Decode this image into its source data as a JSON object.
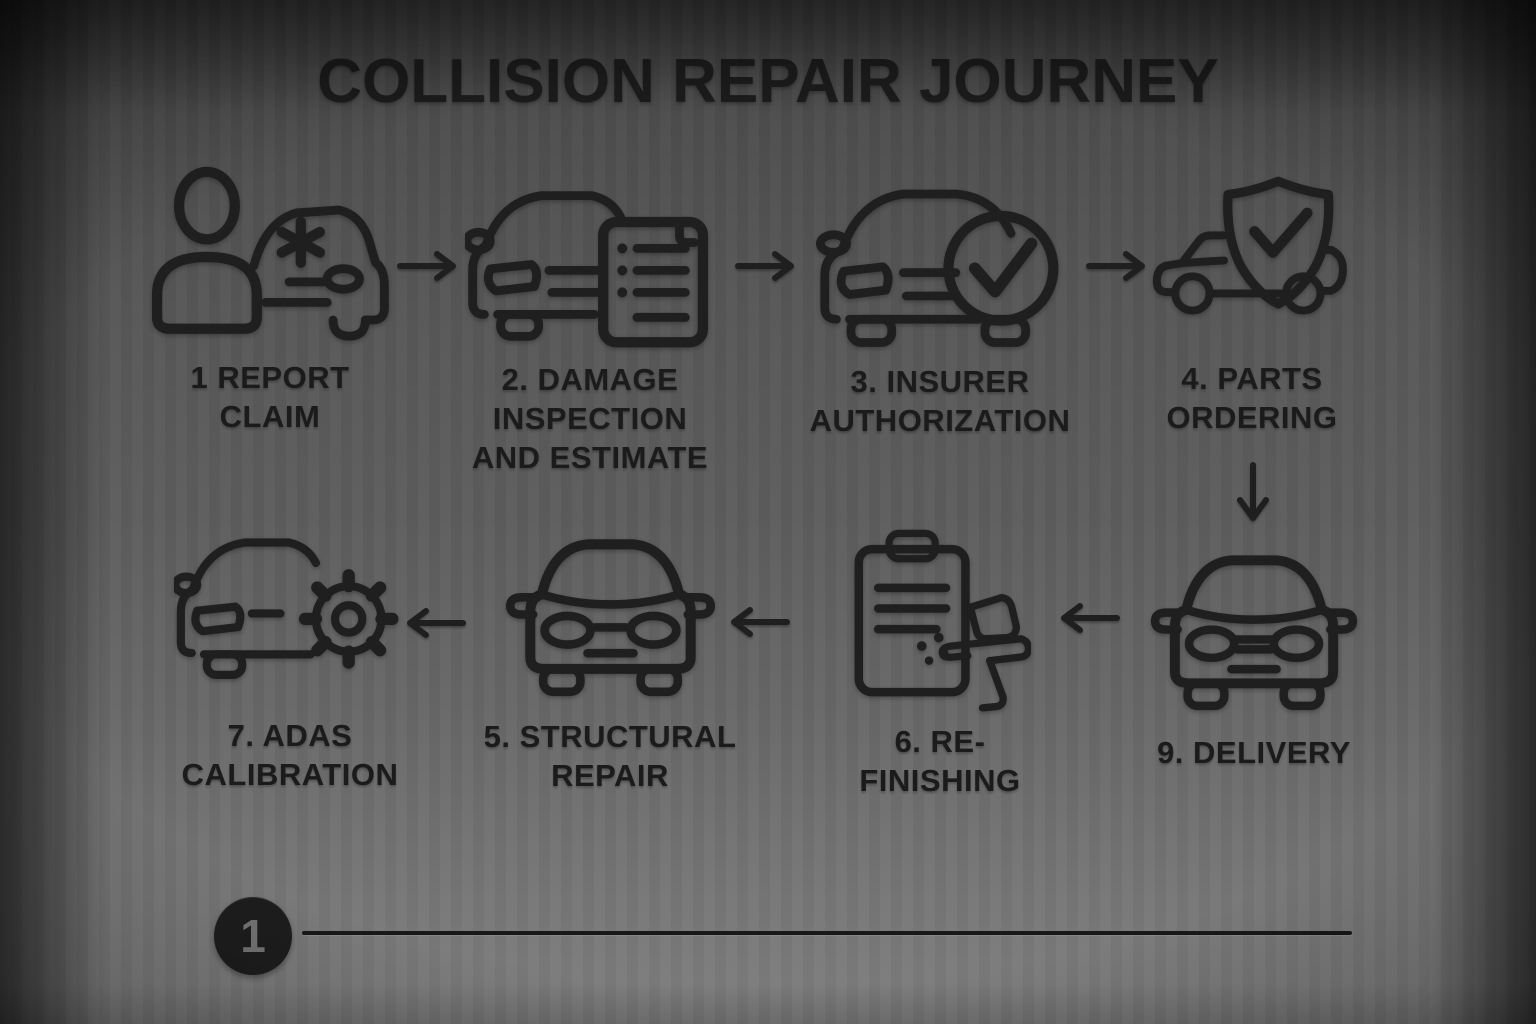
{
  "title": "COLLISION REPAIR JOURNEY",
  "steps": {
    "report_claim": {
      "label": "1  REPORT\nCLAIM",
      "icon": "person-car-crash-icon"
    },
    "damage_inspection": {
      "label": "2. DAMAGE\nINSPECTION\nAND ESTIMATE",
      "icon": "car-checklist-icon"
    },
    "insurer_authorization": {
      "label": "3. INSURER\nAUTHORIZATION",
      "icon": "car-approved-check-icon"
    },
    "parts_ordering": {
      "label": "4. PARTS\nORDERING",
      "icon": "shield-check-car-icon"
    },
    "delivery": {
      "label": "9. DELIVERY",
      "icon": "car-front-icon"
    },
    "refinishing": {
      "label": "6. RE-\nFINISHING",
      "icon": "clipboard-spray-gun-icon"
    },
    "structural_repair": {
      "label": "5. STRUCTURAL\nREPAIR",
      "icon": "car-front-icon"
    },
    "adas_calibration": {
      "label": "7. ADAS\nCALIBRATION",
      "icon": "car-gear-icon"
    }
  },
  "connectors": [
    "arrow-right-icon",
    "arrow-right-icon",
    "arrow-right-icon",
    "arrow-down-icon",
    "arrow-left-icon",
    "arrow-left-icon",
    "arrow-left-icon"
  ],
  "flow": {
    "top_row_direction": "left-to-right",
    "bottom_row_direction": "right-to-left"
  },
  "pagination": {
    "page_number": "1"
  },
  "colors": {
    "ink": "#1f1f1f",
    "background_center": "#6b6b6b",
    "background_edge": "#0a0a0a"
  }
}
